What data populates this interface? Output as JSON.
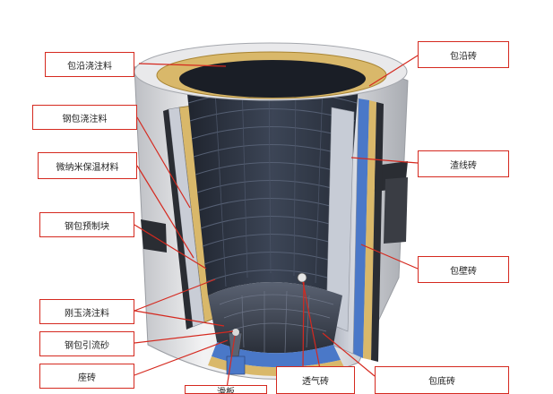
{
  "labels": {
    "ladle_rim_castable": "包沿浇注料",
    "ladle_rim_brick": "包沿砖",
    "ladle_castable": "钢包浇注料",
    "nano_insulation": "微纳米保温材料",
    "slag_line_brick": "渣线砖",
    "ladle_precast_block": "钢包预制块",
    "wall_brick": "包壁砖",
    "corundum_castable": "刚玉浇注料",
    "drainage_sand": "钢包引流砂",
    "seat_brick": "座砖",
    "purging_brick": "透气砖",
    "bottom_brick": "包底砖",
    "slide_plate": "滑板"
  },
  "colors": {
    "leader_line": "#d5291f",
    "label_border": "#d5291f",
    "steel_shell": "#e4e4e6",
    "working_lining": "#3a4252",
    "insulation": "#d9b86a",
    "safety_lining": "#c9cdd6",
    "blue_layer": "#4a78c8"
  }
}
